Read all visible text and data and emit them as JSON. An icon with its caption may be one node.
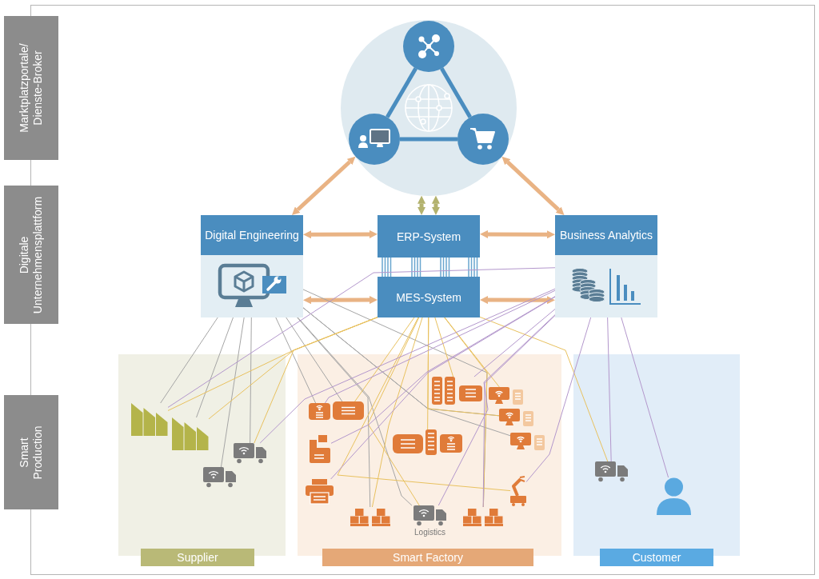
{
  "diagram": {
    "nodes": [
      {
        "text": [
          "Marktplatzportale/ Dienste-Broker"
        ]
      },
      {
        "text": [
          "Digitale Unternehmensplattform"
        ]
      },
      {
        "text": [
          "Smart Production"
        ]
      },
      {
        "text": [],
        "shape": "circle"
      },
      {
        "text": [],
        "shape": "circle",
        "in": 3
      },
      {
        "text": [],
        "shape": "circle",
        "in": 3
      },
      {
        "text": [],
        "shape": "circle",
        "in": 3
      },
      {
        "text": [
          "Digital Engineering"
        ]
      },
      {
        "text": [
          "ERP-System"
        ]
      },
      {
        "text": [
          "MES-System"
        ]
      },
      {
        "text": [
          "Business Analytics"
        ]
      },
      {
        "text": [
          "Supplier"
        ]
      },
      {
        "text": [
          "Smart Factory"
        ]
      },
      {
        "text": [
          "Customer"
        ]
      },
      {
        "text": [],
        "shape": "picture",
        "in": 11
      },
      {
        "text": [],
        "shape": "picture",
        "in": 11
      },
      {
        "text": [],
        "shape": "picture",
        "in": 11
      },
      {
        "text": [],
        "shape": "picture",
        "in": 11
      },
      {
        "text": [],
        "shape": "picture",
        "in": 12
      },
      {
        "text": [],
        "shape": "picture",
        "in": 12
      },
      {
        "text": [],
        "shape": "picture",
        "in": 12
      },
      {
        "text": [],
        "shape": "picture",
        "in": 12
      },
      {
        "text": [],
        "shape": "picture",
        "in": 12
      },
      {
        "text": [],
        "shape": "picture",
        "in": 12,
        "beside": [
          "Logistics"
        ]
      },
      {
        "text": [],
        "shape": "picture",
        "in": 12
      },
      {
        "text": [],
        "shape": "picture",
        "in": 12
      },
      {
        "text": [],
        "shape": "picture",
        "in": 12
      },
      {
        "text": [],
        "shape": "picture",
        "in": 12
      },
      {
        "text": [],
        "shape": "picture",
        "in": 12
      },
      {
        "text": [],
        "shape": "picture",
        "in": 12
      },
      {
        "text": [],
        "shape": "picture",
        "in": 12
      },
      {
        "text": [],
        "shape": "picture",
        "in": 13
      },
      {
        "text": [],
        "shape": "picture",
        "in": 13
      }
    ],
    "edges": [
      {
        "from": 4,
        "to": 5,
        "arrow": "none",
        "style": "thick",
        "color": "#4a8dbf"
      },
      {
        "from": 4,
        "to": 6,
        "arrow": "none",
        "style": "thick",
        "color": "#4a8dbf"
      },
      {
        "from": 5,
        "to": 6,
        "arrow": "none",
        "style": "thick",
        "color": "#4a8dbf"
      },
      {
        "from": 7,
        "to": 5,
        "arrow": "both",
        "style": "thick"
      },
      {
        "from": 10,
        "to": 6,
        "arrow": "both",
        "style": "thick"
      },
      {
        "from": 8,
        "to": 3,
        "arrow": "both",
        "style": "thick",
        "color": "#b3b26e"
      },
      {
        "from": 8,
        "to": 3,
        "arrow": "both",
        "style": "thick",
        "color": "#b3b26e"
      },
      {
        "from": 7,
        "to": 8,
        "arrow": "both",
        "style": "thick"
      },
      {
        "from": 7,
        "to": 9,
        "arrow": "both",
        "style": "thick"
      },
      {
        "from": 8,
        "to": 10,
        "arrow": "both",
        "style": "thick"
      },
      {
        "from": 9,
        "to": 10,
        "arrow": "both",
        "style": "thick"
      },
      {
        "from": 8,
        "to": 9,
        "arrow": "none",
        "color": "#6aa6cf"
      },
      {
        "from": 7,
        "to": 14,
        "arrow": "none",
        "color": "#a5a5a5"
      },
      {
        "from": 7,
        "to": 15,
        "arrow": "none",
        "color": "#a5a5a5"
      },
      {
        "from": 7,
        "to": 16,
        "arrow": "none",
        "color": "#a5a5a5"
      },
      {
        "from": 7,
        "to": 17,
        "arrow": "none",
        "color": "#a5a5a5"
      },
      {
        "from": 7,
        "to": 18,
        "arrow": "none",
        "color": "#a5a5a5"
      },
      {
        "from": 7,
        "to": 19,
        "arrow": "none",
        "color": "#a5a5a5"
      },
      {
        "from": 7,
        "to": 22,
        "arrow": "none",
        "color": "#a5a5a5"
      },
      {
        "from": 7,
        "to": 23,
        "arrow": "none",
        "color": "#a5a5a5"
      },
      {
        "from": 7,
        "to": 24,
        "arrow": "none",
        "color": "#a5a5a5"
      },
      {
        "from": 7,
        "to": 27,
        "arrow": "none",
        "color": "#a5a5a5"
      },
      {
        "from": 7,
        "to": 28,
        "arrow": "none",
        "color": "#a5a5a5"
      },
      {
        "from": 9,
        "to": 14,
        "arrow": "none",
        "color": "#e8c15f"
      },
      {
        "from": 9,
        "to": 15,
        "arrow": "none",
        "color": "#e8c15f"
      },
      {
        "from": 9,
        "to": 16,
        "arrow": "none",
        "color": "#e8c15f"
      },
      {
        "from": 9,
        "to": 19,
        "arrow": "none",
        "color": "#e8c15f"
      },
      {
        "from": 9,
        "to": 22,
        "arrow": "none",
        "color": "#e8c15f"
      },
      {
        "from": 9,
        "to": 23,
        "arrow": "none",
        "color": "#e8c15f"
      },
      {
        "from": 9,
        "to": 24,
        "arrow": "none",
        "color": "#e8c15f"
      },
      {
        "from": 9,
        "to": 25,
        "arrow": "none",
        "color": "#e8c15f"
      },
      {
        "from": 9,
        "to": 26,
        "arrow": "none",
        "color": "#e8c15f"
      },
      {
        "from": 9,
        "to": 27,
        "arrow": "none",
        "color": "#e8c15f"
      },
      {
        "from": 9,
        "to": 29,
        "arrow": "none",
        "color": "#e8c15f"
      },
      {
        "from": 9,
        "to": 30,
        "arrow": "none",
        "color": "#e8c15f"
      },
      {
        "from": 9,
        "to": 31,
        "arrow": "none",
        "color": "#e8c15f"
      },
      {
        "from": 10,
        "to": 14,
        "arrow": "none",
        "color": "#b397cc"
      },
      {
        "from": 10,
        "to": 16,
        "arrow": "none",
        "color": "#b397cc"
      },
      {
        "from": 10,
        "to": 18,
        "arrow": "none",
        "color": "#b397cc"
      },
      {
        "from": 10,
        "to": 20,
        "arrow": "none",
        "color": "#b397cc"
      },
      {
        "from": 10,
        "to": 21,
        "arrow": "none",
        "color": "#b397cc"
      },
      {
        "from": 10,
        "to": 23,
        "arrow": "none",
        "color": "#b397cc"
      },
      {
        "from": 10,
        "to": 24,
        "arrow": "none",
        "color": "#b397cc"
      },
      {
        "from": 10,
        "to": 25,
        "arrow": "none",
        "color": "#b397cc"
      },
      {
        "from": 10,
        "to": 30,
        "arrow": "none",
        "color": "#b397cc"
      },
      {
        "from": 10,
        "to": 31,
        "arrow": "none",
        "color": "#b397cc"
      },
      {
        "from": 10,
        "to": 32,
        "arrow": "none",
        "color": "#b397cc"
      }
    ]
  }
}
